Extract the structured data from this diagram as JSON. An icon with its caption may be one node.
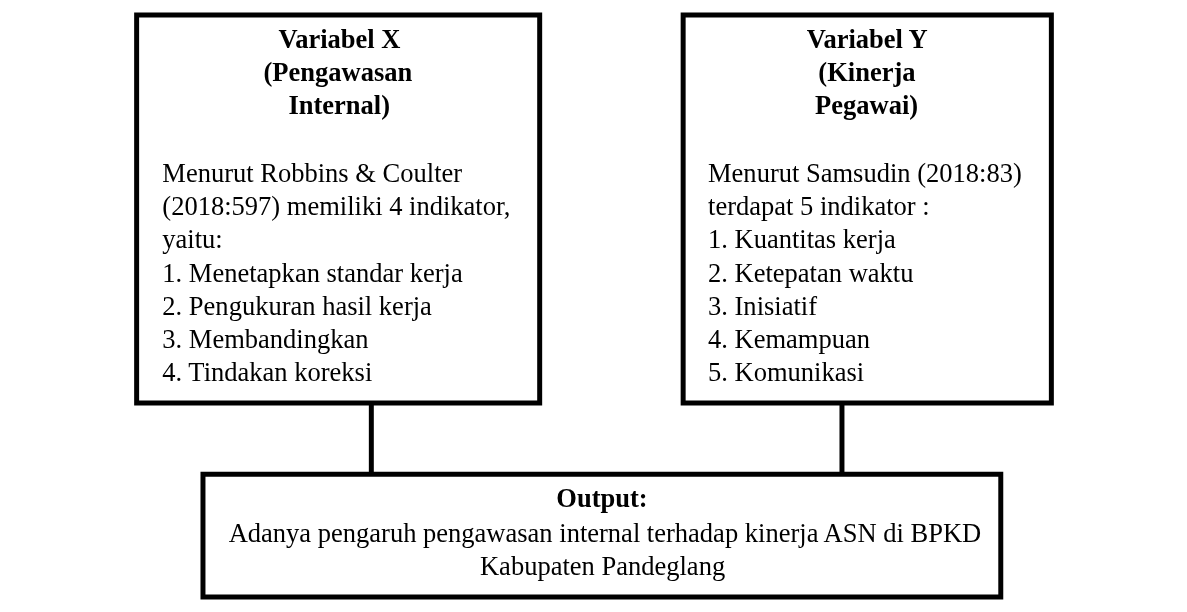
{
  "diagram": {
    "nodes": [
      {
        "text": [
          "Variabel X (Pengawasan Internal)",
          "Menurut Robbins & Coulter (2018:597) memiliki 4 indikator, yaitu:",
          "1. Menetapkan standar kerja",
          "2. Pengukuran hasil kerja",
          "3. Membandingkan",
          "4. Tindakan koreksi"
        ]
      },
      {
        "text": [
          "Variabel Y (Kinerja Pegawai)",
          "Menurut Samsudin (2018:83) terdapat 5 indikator :",
          "1. Kuantitas kerja",
          "2. Ketepatan waktu",
          "3. Inisiatif",
          "4. Kemampuan",
          "5. Komunikasi"
        ]
      },
      {
        "text": [
          "Output:",
          "Adanya pengaruh pengawasan internal terhadap kinerja ASN di BPKD Kabupaten Pandeglang"
        ]
      }
    ],
    "edges": [
      {
        "from": 0,
        "to": 2,
        "arrow": "none"
      },
      {
        "from": 1,
        "to": 2,
        "arrow": "none"
      }
    ]
  }
}
